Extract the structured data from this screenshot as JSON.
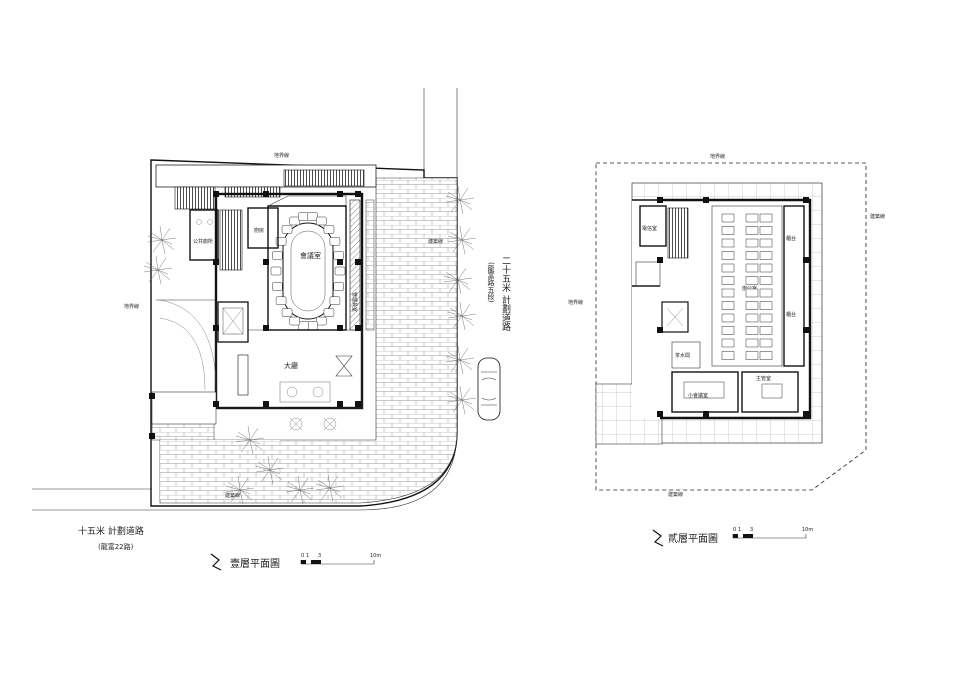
{
  "plan1": {
    "title": "壹層平面圖",
    "road_bottom": "十五米 計劃道路",
    "road_bottom_sub": "(龍富22路)",
    "road_right": "二十五米 計劃道路",
    "road_right_sub": "(龍富路五段)",
    "boundary_top": "地界線",
    "boundary_left": "地界線",
    "boundary_right": "建築線",
    "boundary_bottom": "建築線",
    "room_meeting": "會議室",
    "room_lobby": "大廳",
    "room_kitchen": "廚房",
    "room_restroom": "公共廁所",
    "room_machine": "管理員室",
    "scale": {
      "ticks": [
        "0",
        "1",
        "3",
        "10m"
      ]
    }
  },
  "plan2": {
    "title": "貳層平面圖",
    "boundary_top": "地界線",
    "boundary_left": "地界線",
    "boundary_right": "建築線",
    "boundary_bottom": "建築線",
    "room_office": "辦公室",
    "room_tea": "茶水間",
    "room_meeting_small": "小會議室",
    "room_meeting_vip": "主管室",
    "room_storage": "電信室",
    "room_cabinet_a": "櫃台",
    "room_cabinet_b": "櫃台",
    "scale": {
      "ticks": [
        "0",
        "1",
        "3",
        "10m"
      ]
    }
  }
}
